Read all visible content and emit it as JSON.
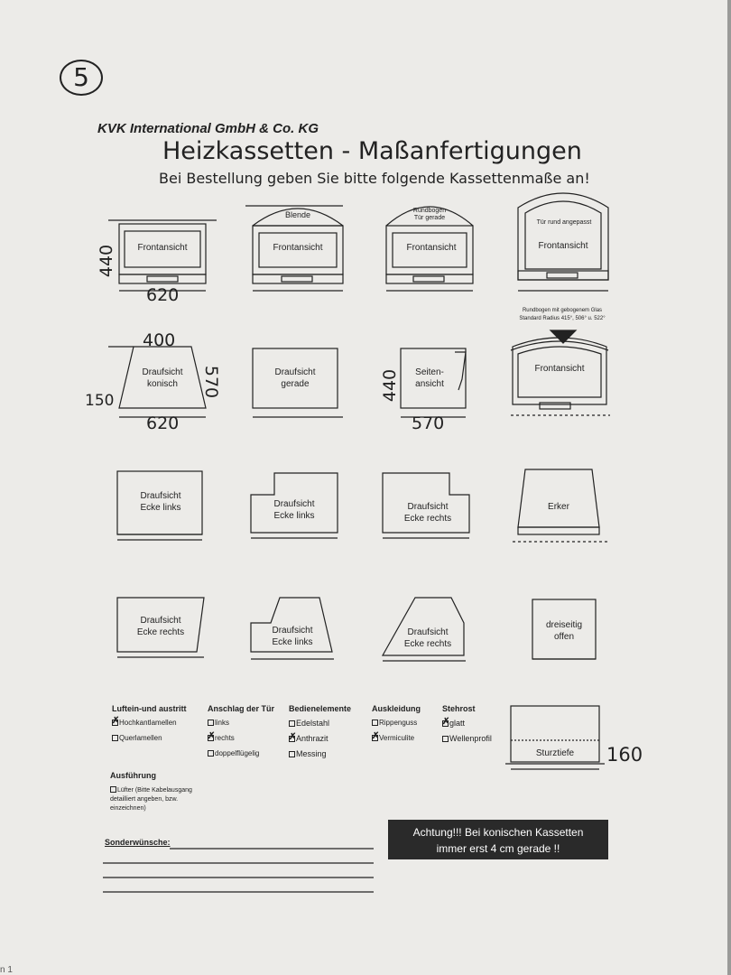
{
  "header": {
    "page_number": "5",
    "company": "KVK International GmbH & Co. KG",
    "title": "Heizkassetten - Maßanfertigungen",
    "subtitle": "Bei Bestellung geben Sie bitte folgende Kassettenmaße an!"
  },
  "diagrams": {
    "r1c1": "Frontansicht",
    "r1c2": "Frontansicht",
    "r1c2_top": "Blende",
    "r1c3": "Frontansicht",
    "r1c3_top1": "Rundbogen",
    "r1c3_top2": "Tür gerade",
    "r1c4": "Frontansicht",
    "r1c4_top": "Tür rund angepasst",
    "r2c4_note1": "Rundbogen mit gebogenem Glas",
    "r2c4_note2": "Standard Radius 415°, 506° u. 522°",
    "r2c4": "Frontansicht",
    "r2c1_a": "Draufsicht",
    "r2c1_b": "konisch",
    "r2c2_a": "Draufsicht",
    "r2c2_b": "gerade",
    "r2c3_a": "Seiten-",
    "r2c3_b": "ansicht",
    "r3c1_a": "Draufsicht",
    "r3c1_b": "Ecke links",
    "r3c2_a": "Draufsicht",
    "r3c2_b": "Ecke links",
    "r3c3_a": "Draufsicht",
    "r3c3_b": "Ecke rechts",
    "r3c4": "Erker",
    "r4c1_a": "Draufsicht",
    "r4c1_b": "Ecke rechts",
    "r4c2_a": "Draufsicht",
    "r4c2_b": "Ecke links",
    "r4c3_a": "Draufsicht",
    "r4c3_b": "Ecke rechts",
    "r4c4_a": "dreiseitig",
    "r4c4_b": "offen",
    "sturztiefe": "Sturztiefe"
  },
  "handwritten": {
    "h1": "440",
    "w1": "620",
    "top_konisch": "400",
    "depth_konisch": "570",
    "side_konisch": "150",
    "w_konisch": "620",
    "h_seiten": "440",
    "w_seiten": "570",
    "sturztiefe": "160"
  },
  "options": {
    "luftein": {
      "title": "Luftein-und austritt",
      "items": [
        {
          "label": "Hochkantlamellen",
          "checked": true
        },
        {
          "label": "Querlamellen",
          "checked": false
        }
      ]
    },
    "anschlag": {
      "title": "Anschlag der Tür",
      "items": [
        {
          "label": "links",
          "checked": false
        },
        {
          "label": "rechts",
          "checked": true
        },
        {
          "label": "doppelflügelig",
          "checked": false
        }
      ]
    },
    "bedien": {
      "title": "Bedienelemente",
      "items": [
        {
          "label": "Edelstahl",
          "checked": false
        },
        {
          "label": "Anthrazit",
          "checked": true
        },
        {
          "label": "Messing",
          "checked": false
        }
      ]
    },
    "auskleidung": {
      "title": "Auskleidung",
      "items": [
        {
          "label": "Rippenguss",
          "checked": false
        },
        {
          "label": "Vermiculite",
          "checked": true
        }
      ]
    },
    "stehrost": {
      "title": "Stehrost",
      "items": [
        {
          "label": "glatt",
          "checked": true
        },
        {
          "label": "Wellenprofil",
          "checked": false
        }
      ]
    },
    "ausfuehrung_title": "Ausführung",
    "luefter_label": "Lüfter (Bitte Kabelausgang detailliert angeben, bzw. einzeichnen)"
  },
  "sonderwuensche_label": "Sonderwünsche:",
  "warning": {
    "line1": "Achtung!!! Bei konischen Kassetten",
    "line2": "immer erst 4 cm gerade !!"
  },
  "footer": "n 1"
}
